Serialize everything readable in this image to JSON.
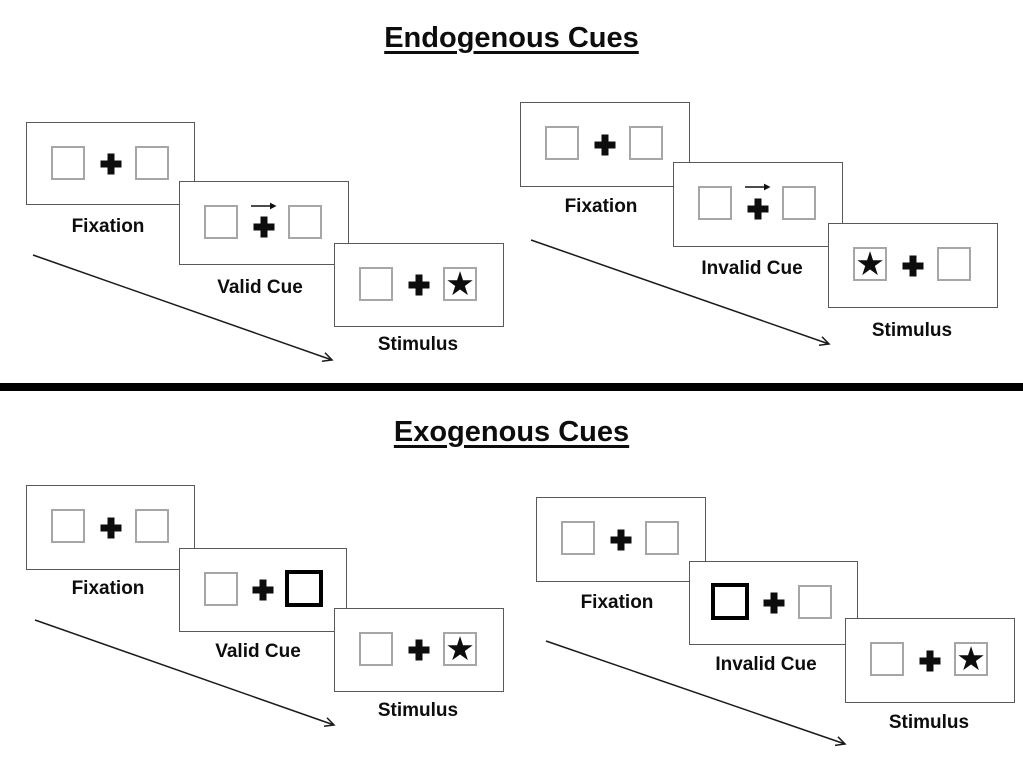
{
  "colors": {
    "background": "#ffffff",
    "ink": "#0d0d0d",
    "box_border": "#595959",
    "square_border": "#a6a6a6",
    "highlight_border": "#000000",
    "divider": "#000000"
  },
  "glyphs": {
    "star": "★",
    "cue_arrow": "→",
    "fixation_cross": "+"
  },
  "sections": [
    {
      "title": "Endogenous Cues",
      "panels": [
        {
          "name": "endogenous-valid",
          "screens": [
            {
              "label": "Fixation",
              "cue": "none",
              "left": "plain",
              "right": "plain"
            },
            {
              "label": "Valid Cue",
              "cue": "arrow-right-above-cross",
              "left": "plain",
              "right": "plain"
            },
            {
              "label": "Stimulus",
              "cue": "none",
              "left": "plain",
              "right": "star"
            }
          ]
        },
        {
          "name": "endogenous-invalid",
          "screens": [
            {
              "label": "Fixation",
              "cue": "none",
              "left": "plain",
              "right": "plain"
            },
            {
              "label": "Invalid Cue",
              "cue": "arrow-right-above-cross",
              "left": "plain",
              "right": "plain"
            },
            {
              "label": "Stimulus",
              "cue": "none",
              "left": "star",
              "right": "plain"
            }
          ]
        }
      ]
    },
    {
      "title": "Exogenous Cues",
      "panels": [
        {
          "name": "exogenous-valid",
          "screens": [
            {
              "label": "Fixation",
              "cue": "none",
              "left": "plain",
              "right": "plain"
            },
            {
              "label": "Valid Cue",
              "cue": "thick-right-box",
              "left": "plain",
              "right": "thick"
            },
            {
              "label": "Stimulus",
              "cue": "none",
              "left": "plain",
              "right": "star"
            }
          ]
        },
        {
          "name": "exogenous-invalid",
          "screens": [
            {
              "label": "Fixation",
              "cue": "none",
              "left": "plain",
              "right": "plain"
            },
            {
              "label": "Invalid Cue",
              "cue": "thick-left-box",
              "left": "thick",
              "right": "plain"
            },
            {
              "label": "Stimulus",
              "cue": "none",
              "left": "plain",
              "right": "star"
            }
          ]
        }
      ]
    }
  ]
}
